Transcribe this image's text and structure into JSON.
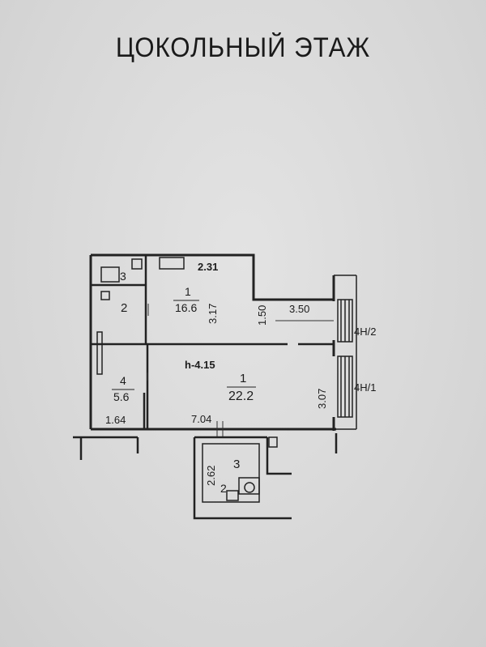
{
  "title": "ЦОКОЛЬНЫЙ ЭТАЖ",
  "rooms": [
    {
      "number": "1",
      "area": "16.6"
    },
    {
      "number": "2"
    },
    {
      "number": "3"
    },
    {
      "number": "4",
      "area": "5.6"
    },
    {
      "number": "1",
      "area": "22.2"
    },
    {
      "number": "3"
    },
    {
      "number": "2"
    }
  ],
  "dimensions": {
    "top_width": "2.31",
    "room1_height": "3.17",
    "passage_width": "1.50",
    "window_width": "3.50",
    "ceiling_height": "h-4.15",
    "right_height": "3.07",
    "left_width": "1.64",
    "bottom_width": "7.04",
    "bath_height": "2.62"
  },
  "windows": {
    "upper": "4Н/2",
    "lower": "4Н/1"
  }
}
